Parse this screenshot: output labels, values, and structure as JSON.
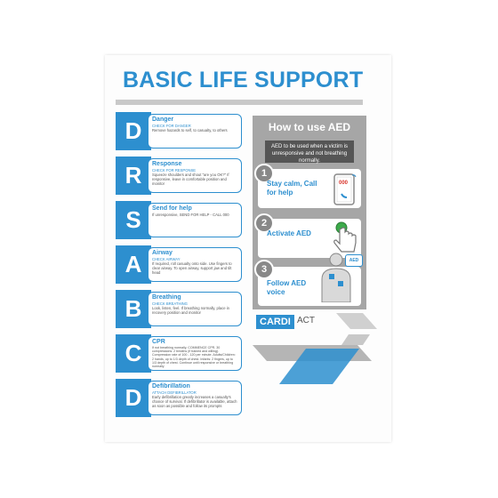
{
  "title": "BASIC LIFE SUPPORT",
  "steps": [
    {
      "letter": "D",
      "title": "Danger",
      "sub": "CHECK FOR DANGER",
      "body": "Remove hazards to self, to casualty, to others"
    },
    {
      "letter": "R",
      "title": "Response",
      "sub": "CHECK FOR RESPONSE",
      "body": "Squeeze shoulders and shout \"are you OK?\" If responsive, leave in comfortable position and monitor"
    },
    {
      "letter": "S",
      "title": "Send for help",
      "sub": "",
      "body": "If unresponsive, SEND FOR HELP - CALL 000"
    },
    {
      "letter": "A",
      "title": "Airway",
      "sub": "CHECK AIRWAY",
      "body": "If required, roll casualty onto side. Use fingers to clear airway. To open airway, support jaw and tilt head"
    },
    {
      "letter": "B",
      "title": "Breathing",
      "sub": "CHECK BREATHING",
      "body": "Look, listen, feel. If breathing normally, place in recovery position and monitor"
    },
    {
      "letter": "C",
      "title": "CPR",
      "sub": "",
      "body": "If not breathing normally, COMMENCE CPR. 30 compressions: 2 breaths (if trained and willing). Compression rate of 100 - 120 per minute. Adults/Children: 2 hands, up to 1/3 depth of chest. Infants: 2 fingers, up to 1/3 depth of chest. Continue until responsive or breathing normally"
    },
    {
      "letter": "D",
      "title": "Defibrillation",
      "sub": "ATTACH DEFIBRILLATOR",
      "body": "Early defibrillation greatly increases a casualty's chance of survival. If defibrillator is available, attach as soon as possible and follow its prompts"
    }
  ],
  "aed": {
    "title": "How to use AED",
    "note": "AED to be used when a victim is unresponsive and not breathing normally.",
    "steps": [
      {
        "num": "1",
        "label": "Stay calm, Call for help",
        "phone_number": "000"
      },
      {
        "num": "2",
        "label": "Activate AED"
      },
      {
        "num": "3",
        "label": "Follow AED voice",
        "badge": "AED"
      }
    ]
  },
  "logo": {
    "left": "CARDI",
    "right": "ACT"
  },
  "colors": {
    "accent": "#2d8fcf",
    "panel": "#a6a6a6",
    "note": "#555555"
  }
}
